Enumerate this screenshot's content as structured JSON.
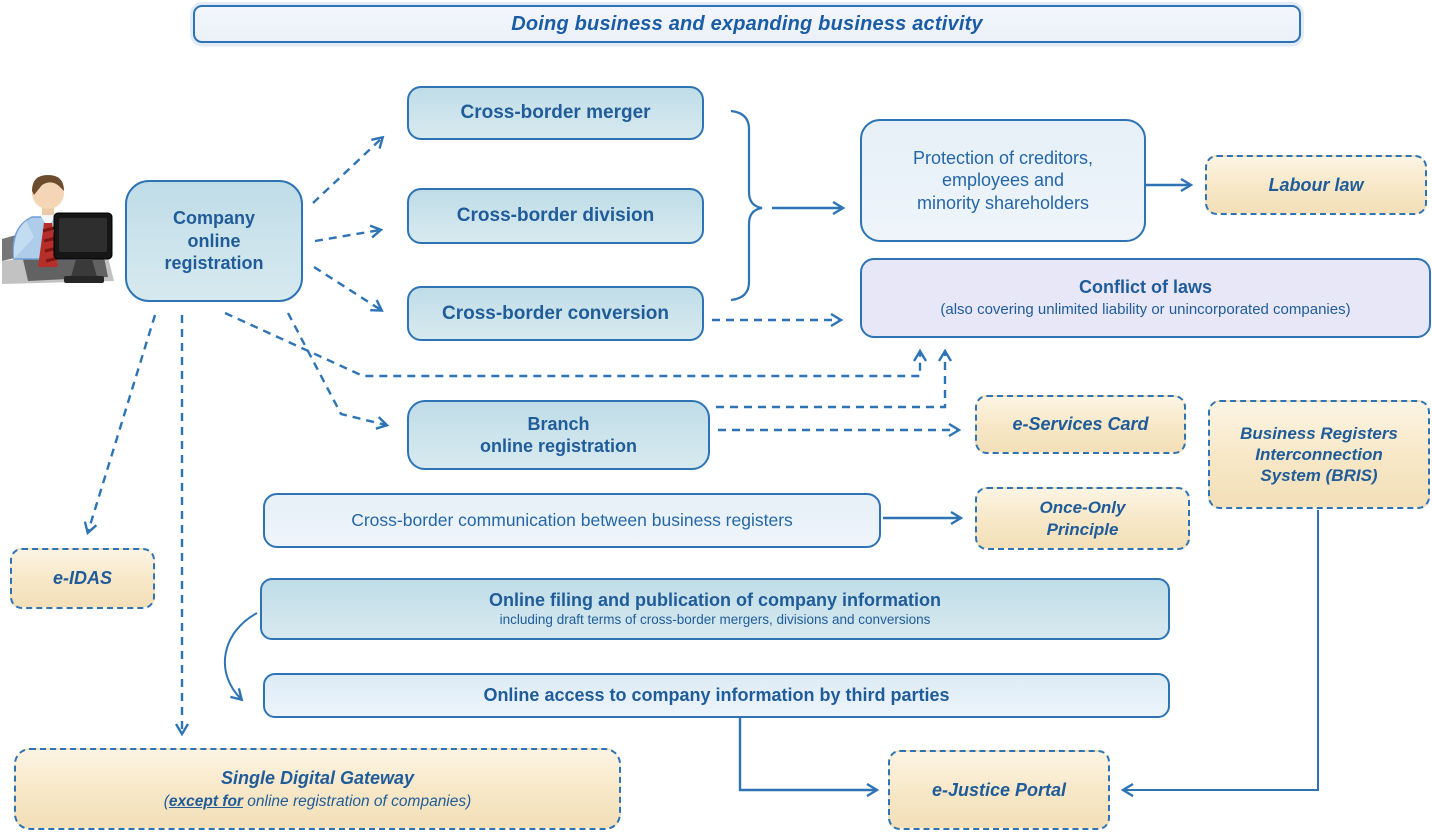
{
  "title": "Doing business and expanding business activity",
  "colors": {
    "accent_blue": "#2e74b5",
    "text_dark_blue": "#1f5c99",
    "box_blue_fill": "#cde4ec",
    "box_pale_blue_fill": "#eaf2f9",
    "box_lavender_fill": "#e7e7f8",
    "box_tan_fill": "#f7e7c6"
  },
  "nodes": {
    "company": "Company\nonline\nregistration",
    "merger": "Cross-border merger",
    "division": "Cross-border division",
    "conversion": "Cross-border conversion",
    "protection": "Protection of creditors,\nemployees and\nminority shareholders",
    "labour": "Labour law",
    "conflict_title": "Conflict of laws",
    "conflict_sub": "(also covering unlimited liability or unincorporated companies)",
    "branch": "Branch\nonline registration",
    "eservices": "e-Services Card",
    "bris": "Business Registers\nInterconnection\nSystem (BRIS)",
    "commreg": "Cross-border communication between business registers",
    "onceonly": "Once-Only\nPrinciple",
    "filing_title": "Online filing and publication of company information",
    "filing_sub": "including draft terms of cross-border mergers, divisions and conversions",
    "access": "Online access to company information by third parties",
    "eidas": "e-IDAS",
    "sdg_title": "Single Digital Gateway",
    "sdg_sub_prefix": "(",
    "sdg_sub_emph": "except for",
    "sdg_sub_rest": " online registration of companies)",
    "ejustice": "e-Justice Portal"
  }
}
